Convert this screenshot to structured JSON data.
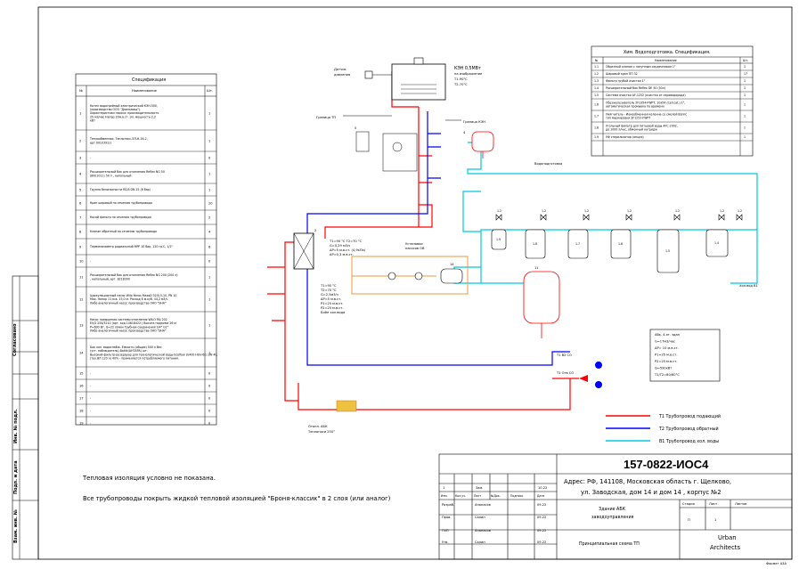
{
  "left_spec": {
    "title": "Спецификация",
    "col_no": "№",
    "col_name": "Наименование",
    "col_qty": "Шт.",
    "rows": [
      {
        "no": "1",
        "name": [
          "Котел водогрейный электрический КЭН-500,",
          "(производство ООО \"Доильмаш\").",
          "Характеристики насоса: производительность",
          "25 м3/час    Напор 20м.в.ст. Эл. мощность 2,2",
          "кВт"
        ],
        "qty": "1"
      },
      {
        "no": "2",
        "name": [
          "Теплообменник: Теплотекс-ЭЛ-Н-16-2,",
          "арт.0010391/1"
        ],
        "qty": "1"
      },
      {
        "no": "3",
        "name": [
          "-"
        ],
        "qty": "0"
      },
      {
        "no": "4",
        "name": [
          "Расширительный бак для отопления Reflex NG 50",
          "(8001011) 50 л , напольный"
        ],
        "qty": "1"
      },
      {
        "no": "5",
        "name": [
          "Группа безопасности RS-B DN 25 (6 бар)"
        ],
        "qty": "1"
      },
      {
        "no": "6",
        "name": [
          "Кран шаровый по сечению трубопровода"
        ],
        "qty": "20"
      },
      {
        "no": "7",
        "name": [
          "Косой фильтр по сечению трубопровода"
        ],
        "qty": "2"
      },
      {
        "no": "8",
        "name": [
          "Клапан обратный по сечению трубопровода"
        ],
        "qty": "4"
      },
      {
        "no": "9",
        "name": [
          "Термоманометр радиальный MPF 10 бар, 120 гр.С, 1/2\""
        ],
        "qty": "6"
      },
      {
        "no": "10",
        "name": [
          "-"
        ],
        "qty": "0"
      },
      {
        "no": "11",
        "name": [
          "Расширительный бак для отопления Reflex NG 200 (200 л)",
          ", напольный, арт. 8218300"
        ],
        "qty": "1"
      },
      {
        "no": "12",
        "name": [
          "Циркуляционный насос Wilo Yonos MaxoD 32/0,5-10,   PN 10",
          "Мах. Напор 11 м.в. 15,0 м. Расход 6 м.куб. 44,2 м3/ч",
          "Либо аналогичный насос производства ОАО \"ЭНА\""
        ],
        "qty": "1"
      },
      {
        "no": "13",
        "name": [
          "Насос повышения системы отопления  WILO PAJ 202",
          "EV/2 254/5210 (арт. код 10618422 ) Высота подъема 26 м",
          "P=600 Вт, Q=22 л/мин Трубная соединения 3/4\" G1\"",
          "Либо аналогичный насос производства ОАО \"ЭНА\""
        ],
        "qty": "1"
      },
      {
        "no": "14",
        "name": [
          "Бак хол. водоснабж. Емкость (общая) 500 л Вес",
          "(уст. наблюдатель) Baltik(АНТАРА) шт.",
          "Высокий фильтр-резервуар для технологической воды Ecoflow LV400 HGV-60, DN 40,",
          "(тех.ВЛ 120 л) 40% - применяется потребляемого питания."
        ],
        "qty": "1"
      },
      {
        "no": "15",
        "name": [
          "-"
        ],
        "qty": "0"
      },
      {
        "no": "16",
        "name": [
          "-"
        ],
        "qty": "0"
      },
      {
        "no": "17",
        "name": [
          "-"
        ],
        "qty": "0"
      },
      {
        "no": "18",
        "name": [
          "-"
        ],
        "qty": "0"
      },
      {
        "no": "19",
        "name": [
          "-"
        ],
        "qty": "0"
      }
    ]
  },
  "right_spec": {
    "title": "Хим. Водоподготовка. Спецификация.",
    "col_no": "№",
    "col_name": "Наименование",
    "col_qty": "Шт.",
    "rows": [
      {
        "no": "1.1",
        "name": [
          "Обратный клапан с латунным сердечником 1\""
        ],
        "qty": "1"
      },
      {
        "no": "1.2",
        "name": [
          "Шаровый кран ПП 32"
        ],
        "qty": "17"
      },
      {
        "no": "1.3",
        "name": [
          "Фильтр грубой очистки 1\""
        ],
        "qty": "1"
      },
      {
        "no": "1.4",
        "name": [
          "Расширительный бак Reflex DE 50 (50л)"
        ],
        "qty": "1"
      },
      {
        "no": "1.5",
        "name": [
          "Система очистки AF-1252 (очистка от сероводорода)"
        ],
        "qty": "1"
      },
      {
        "no": "1.6",
        "name": [
          "Обезжелезиватель 2F1354-FWPT, 10x54 (Cell.cat.) 1\",",
          "автоматическая промывка по времени"
        ],
        "qty": "1"
      },
      {
        "no": "1.7",
        "name": [
          "Умягчитель - Ионообменная колонна со смолой Bonlic",
          "тип маркировки SF1252-FWPT"
        ],
        "qty": "1"
      },
      {
        "no": "1.8",
        "name": [
          "Угольный фильтр для питьевой воды AFC-2002,",
          "до 1000 л/час, обменный катридж"
        ],
        "qty": "1"
      },
      {
        "no": "1.9",
        "name": [
          "УФ стерилизатор (опция)"
        ],
        "qty": "1"
      }
    ]
  },
  "diagram": {
    "boiler_label": [
      "КЭН 0,5МВт",
      "на изображение",
      "Т1-90°С",
      "Т2-70°С"
    ],
    "sensor_label": [
      "Датчик",
      "давления"
    ],
    "boundary_tp": "Граница ТП",
    "boundary_ken": "Граница КЭН",
    "water_prep_label": "Водоподготовка",
    "boiler_block_label": [
      "Установки",
      "насосов ОВ"
    ],
    "hx_params": [
      "T1=90 °C   T2=70 °C",
      "G=0,29 м3/ч",
      "ΔP=5 м.в.ст. (4,9кПа)",
      "ΔP=0,3 м.в.ст."
    ],
    "hx_side_params": [
      "T1=95 °C",
      "T2=70 °C",
      "G=2,5м3/ч",
      "ΔP=5 м.в.ст.",
      "P1=25 м.в.ст.",
      "P2=25 м.в.ст.",
      "Бойл хол.вода"
    ],
    "heating_label": [
      "Отопл. АБК",
      "Теплоноси 250°"
    ],
    "abk_block": [
      "Абк. 4-эт. здан",
      "G=17м3/час",
      "ΔP= 10 м.в.ст.",
      "P1=25 м.в.ст.",
      "P2=25 м.в.ст.",
      "Q=590кВт",
      "T1/T2=80/60°C"
    ],
    "to_abk": [
      "Т1 В2 СО",
      "Т1 Отв СО"
    ],
    "cold_water_label": "Хол.вод В1",
    "legend": [
      {
        "label": "Т1 Трубопровод подающий",
        "color": "#ff0000"
      },
      {
        "label": "Т2 Трубопровод обратный",
        "color": "#0000ff"
      },
      {
        "label": "В1 Трубопровод хол. воды",
        "color": "#00c8e6"
      }
    ]
  },
  "notes": [
    "Тепловая изоляция условно не показана.",
    "Все трубопроводы покрыть жидкой тепловой изоляцией \"Броня-классик\" в 2 слоя (или аналог)"
  ],
  "side_stamp": {
    "agreed": "Согласовано",
    "inv_orig": "Инв. № подл.",
    "sign_date": "Подп. и дата",
    "inv_dup": "Взам. инв. №"
  },
  "title_block": {
    "code": "157-0822-ИОС4",
    "address": [
      "Адрес: РФ, 141108, Московская область г. Щелково,",
      "ул. Заводская, дом 14 и дом 14 , корпус №2"
    ],
    "object": [
      "Здание АБК",
      "заводоуправления"
    ],
    "sheet_name": "Принципиальная схема ТП",
    "company": [
      "Urban",
      "Architects"
    ],
    "format": "Формат А3А",
    "rev": "1",
    "rev_change": "Зам.",
    "rev_date": "10.22",
    "header_cols": [
      "Изм.",
      "Кол.уч.",
      "Лист",
      "№Док.",
      "Подпись",
      "Дата"
    ],
    "stage_head": [
      "Стадия",
      "Лист",
      "Листов"
    ],
    "stage_vals": [
      "П",
      "1",
      ""
    ],
    "people": [
      {
        "role": "Разраб.",
        "name": "Апанасов",
        "date": "09.22"
      },
      {
        "role": "Пров.",
        "name": "Салин",
        "date": "09.22"
      },
      {
        "role": "ГИП",
        "name": "Апанасов",
        "date": "09.22"
      },
      {
        "role": "Утв.",
        "name": "Салин",
        "date": "09.22"
      }
    ]
  }
}
